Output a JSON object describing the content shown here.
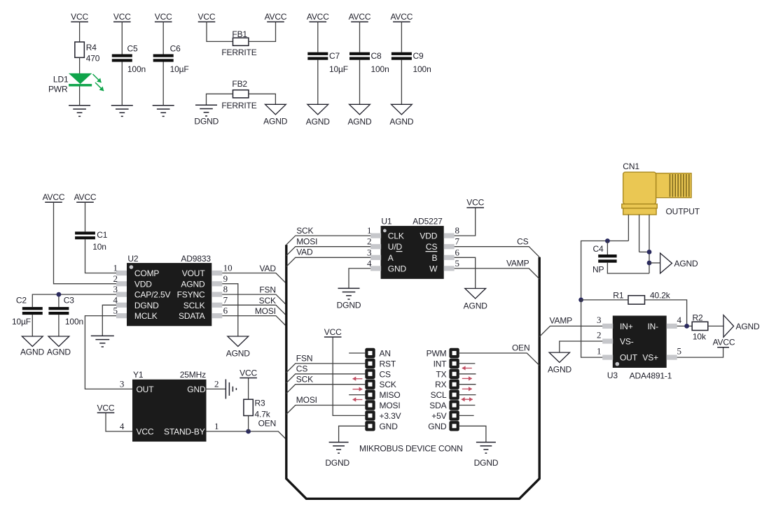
{
  "nets": {
    "vcc": "VCC",
    "avcc": "AVCC",
    "agnd": "AGND",
    "dgnd": "DGND",
    "vad": "VAD",
    "fsn": "FSN",
    "sck": "SCK",
    "mosi": "MOSI",
    "cs": "CS",
    "vamp": "VAMP",
    "oen": "OEN"
  },
  "components": {
    "r4": {
      "ref": "R4",
      "value": "470"
    },
    "ld1": {
      "ref": "LD1",
      "value": "PWR"
    },
    "c5": {
      "ref": "C5",
      "value": "100n"
    },
    "c6": {
      "ref": "C6",
      "value": "10µF"
    },
    "fb1": {
      "ref": "FB1",
      "value": "FERRITE"
    },
    "fb2": {
      "ref": "FB2",
      "value": "FERRITE"
    },
    "c7": {
      "ref": "C7",
      "value": "10µF"
    },
    "c8": {
      "ref": "C8",
      "value": "100n"
    },
    "c9": {
      "ref": "C9",
      "value": "100n"
    },
    "c1": {
      "ref": "C1",
      "value": "10n"
    },
    "c2": {
      "ref": "C2",
      "value": "10µF"
    },
    "c3": {
      "ref": "C3",
      "value": "100n"
    },
    "c4": {
      "ref": "C4",
      "value": "NP"
    },
    "r1": {
      "ref": "R1",
      "value": "40.2k"
    },
    "r2": {
      "ref": "R2",
      "value": "10k"
    },
    "r3": {
      "ref": "R3",
      "value": "4.7k"
    },
    "cn1": {
      "ref": "CN1",
      "value": "OUTPUT"
    },
    "u2": {
      "ref": "U2",
      "part": "AD9833",
      "left": [
        {
          "num": "1",
          "name": "COMP"
        },
        {
          "num": "2",
          "name": "VDD"
        },
        {
          "num": "3",
          "name": "CAP/2.5V"
        },
        {
          "num": "4",
          "name": "DGND"
        },
        {
          "num": "5",
          "name": "MCLK"
        }
      ],
      "right": [
        {
          "num": "10",
          "name": "VOUT"
        },
        {
          "num": "9",
          "name": "AGND"
        },
        {
          "num": "8",
          "name": "FSYNC"
        },
        {
          "num": "7",
          "name": "SCLK"
        },
        {
          "num": "6",
          "name": "SDATA"
        }
      ]
    },
    "u1": {
      "ref": "U1",
      "part": "AD5227",
      "left": [
        {
          "num": "1",
          "name": "CLK"
        },
        {
          "num": "2",
          "name": "U/D"
        },
        {
          "num": "3",
          "name": "A"
        },
        {
          "num": "4",
          "name": "GND"
        }
      ],
      "right": [
        {
          "num": "8",
          "name": "VDD"
        },
        {
          "num": "7",
          "name": "CS"
        },
        {
          "num": "6",
          "name": "B"
        },
        {
          "num": "5",
          "name": "W"
        }
      ]
    },
    "u3": {
      "ref": "U3",
      "part": "ADA4891-1",
      "left": [
        {
          "num": "3",
          "name": "IN+"
        },
        {
          "num": "2",
          "name": "VS-"
        },
        {
          "num": "1",
          "name": "OUT"
        }
      ],
      "right": [
        {
          "num": "4",
          "name": "IN-"
        },
        {
          "num": "5",
          "name": "VS+"
        }
      ]
    },
    "y1": {
      "ref": "Y1",
      "value": "25MHz",
      "pins": {
        "out": {
          "num": "3",
          "name": "OUT"
        },
        "gnd": {
          "num": "2",
          "name": "GND"
        },
        "vcc": {
          "num": "4",
          "name": "VCC"
        },
        "standby": {
          "num": "1",
          "name": "STAND-BY"
        }
      }
    }
  },
  "mikrobus": {
    "title": "MIKROBUS DEVICE CONN",
    "left": [
      "AN",
      "RST",
      "CS",
      "SCK",
      "MISO",
      "MOSI",
      "+3.3V",
      "GND"
    ],
    "right": [
      "PWM",
      "INT",
      "TX",
      "RX",
      "SCL",
      "SDA",
      "+5V",
      "GND"
    ]
  },
  "colors": {
    "led_green": "#0fa44a",
    "connector_gold": "#eac753",
    "junction_dot": "#2a2a5e",
    "direction_arrow_red": "#c14b60",
    "ic_body": "#1b1b1b",
    "wire": "#3f3f3f"
  }
}
